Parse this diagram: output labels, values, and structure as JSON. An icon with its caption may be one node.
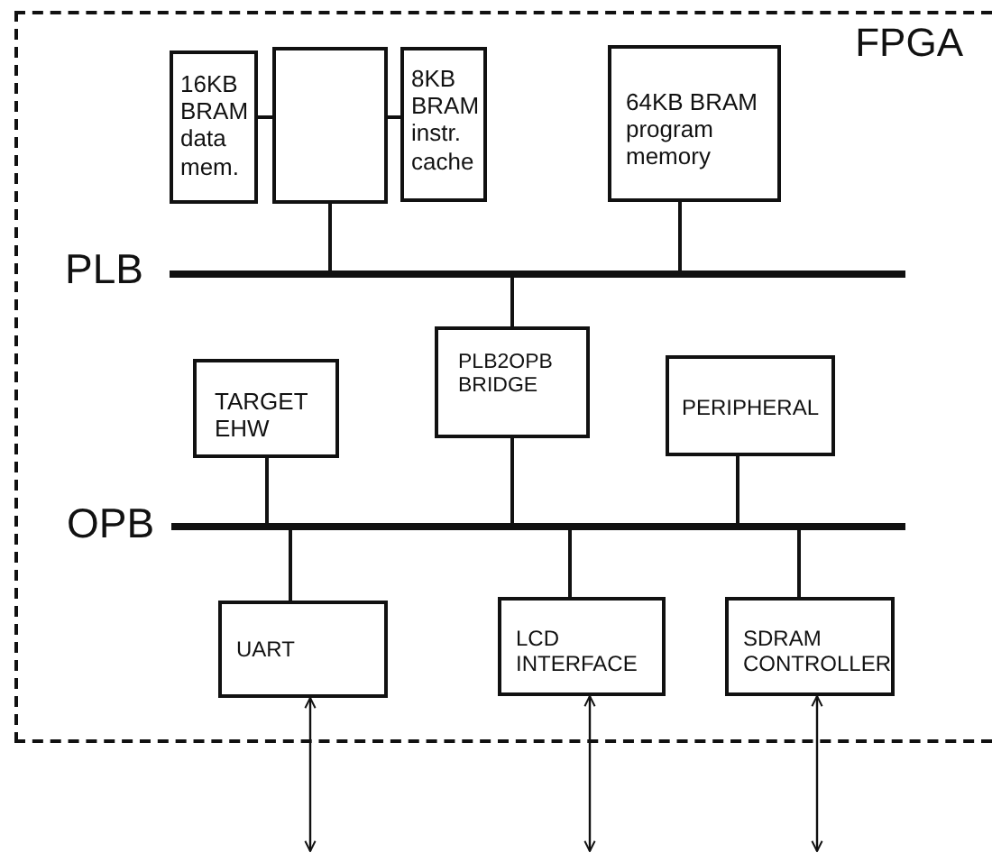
{
  "diagram": {
    "nodes": [
      {
        "text": [
          "FPGA"
        ]
      },
      {
        "text": [
          "16KB BRAM data mem."
        ],
        "in": 0
      },
      {
        "text": [],
        "shape": "box",
        "in": 0
      },
      {
        "text": [
          "8KB BRAM instr. cache"
        ],
        "in": 0
      },
      {
        "text": [
          "64KB BRAM program memory"
        ],
        "in": 0
      },
      {
        "text": [],
        "shape": "bar",
        "beside": [
          "PLB"
        ],
        "in": 0
      },
      {
        "text": [
          "TARGET EHW"
        ],
        "in": 0
      },
      {
        "text": [
          "PLB2OPB BRIDGE"
        ],
        "in": 0
      },
      {
        "text": [
          "PERIPHERAL"
        ],
        "in": 0
      },
      {
        "text": [],
        "shape": "bar",
        "beside": [
          "OPB"
        ],
        "in": 0
      },
      {
        "text": [
          "UART"
        ],
        "in": 0
      },
      {
        "text": [
          "LCD INTERFACE"
        ],
        "in": 0
      },
      {
        "text": [
          "SDRAM CONTROLLER"
        ],
        "in": 0
      }
    ],
    "edges": [
      {
        "from": 1,
        "to": 2,
        "arrow": "none"
      },
      {
        "from": 2,
        "to": 3,
        "arrow": "none"
      },
      {
        "from": 2,
        "to": 5,
        "arrow": "none"
      },
      {
        "from": 4,
        "to": 5,
        "arrow": "none"
      },
      {
        "from": 5,
        "to": 7,
        "arrow": "none"
      },
      {
        "from": 6,
        "to": 9,
        "arrow": "none"
      },
      {
        "from": 7,
        "to": 9,
        "arrow": "none"
      },
      {
        "from": 8,
        "to": 9,
        "arrow": "none"
      },
      {
        "from": 9,
        "to": 10,
        "arrow": "none"
      },
      {
        "from": 9,
        "to": 11,
        "arrow": "none"
      },
      {
        "from": 9,
        "to": 12,
        "arrow": "none"
      },
      {
        "from": 10,
        "to": null,
        "arrow": "both"
      },
      {
        "from": 11,
        "to": null,
        "arrow": "both"
      },
      {
        "from": 12,
        "to": null,
        "arrow": "both"
      }
    ]
  }
}
